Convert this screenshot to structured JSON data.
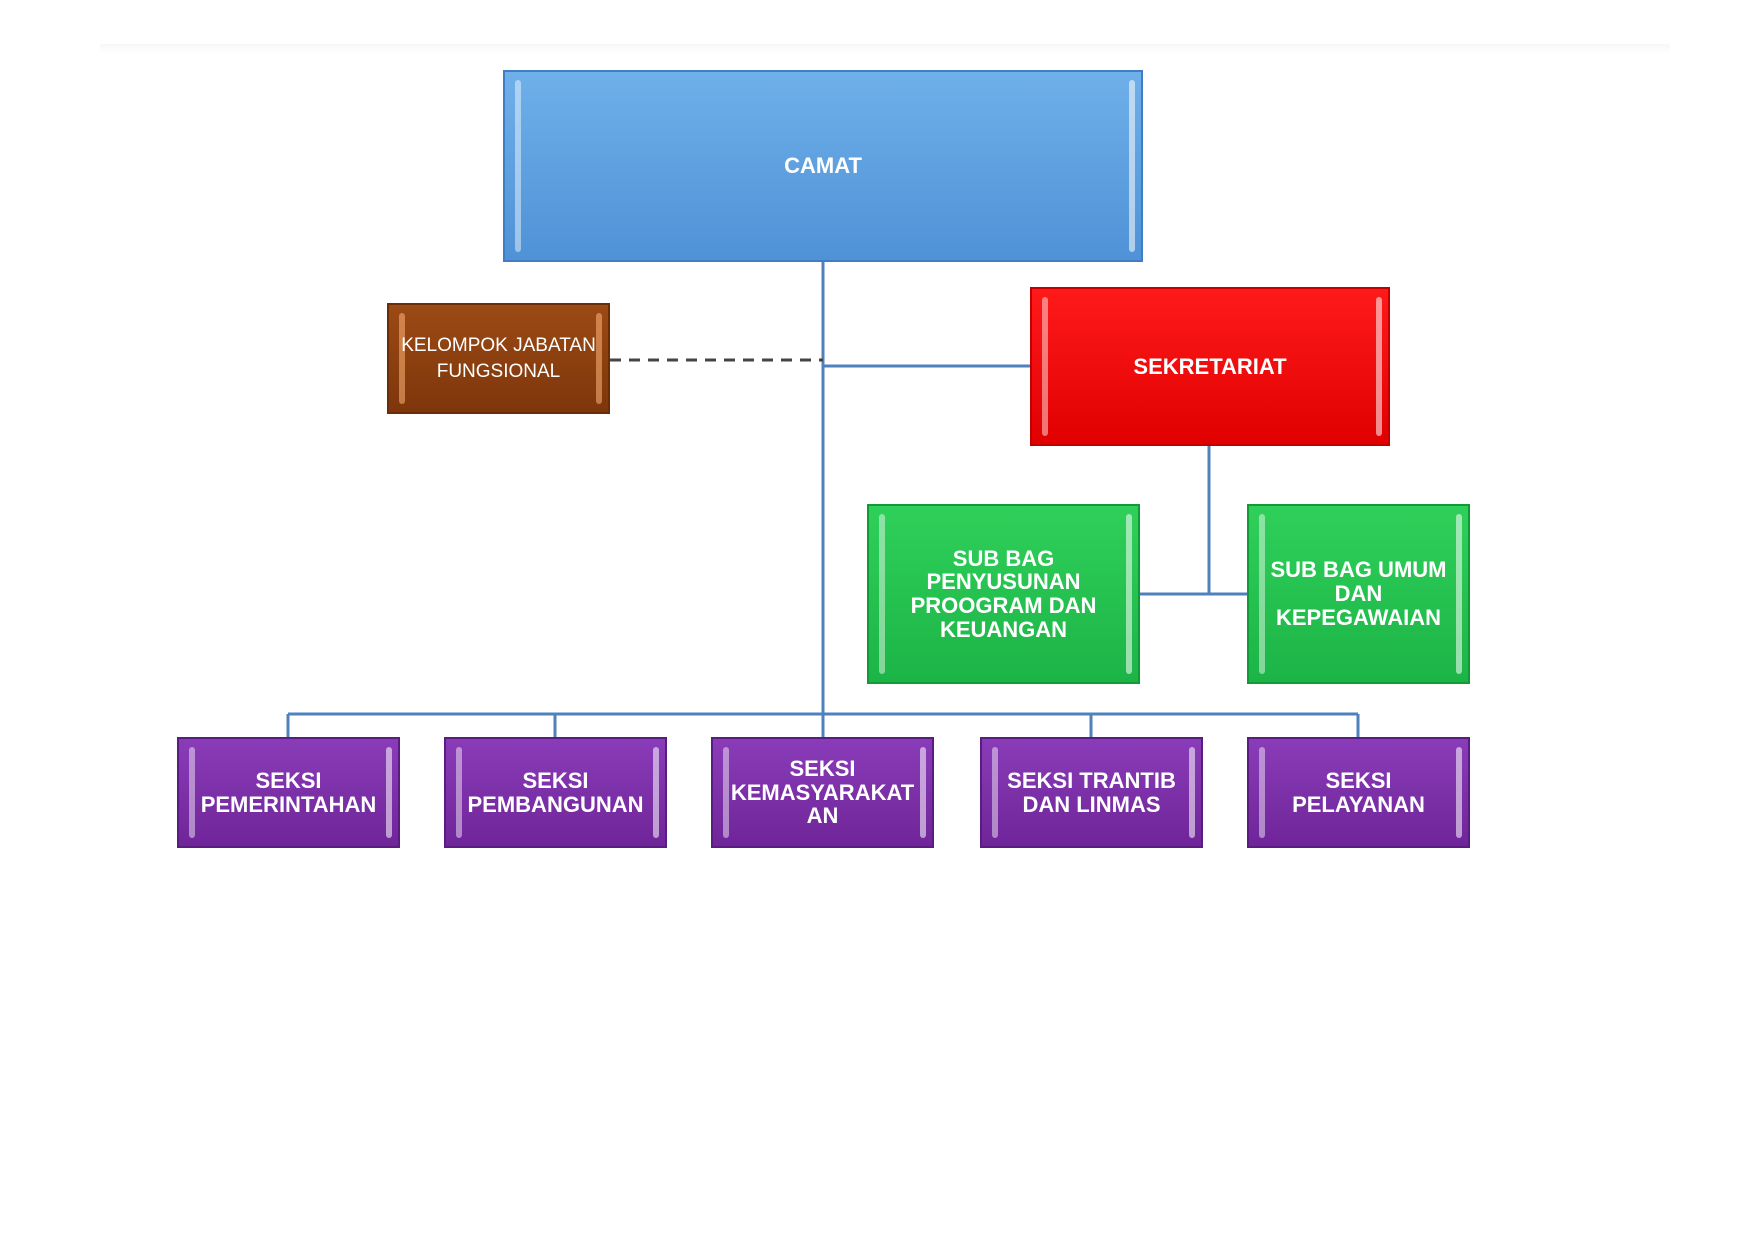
{
  "colors": {
    "connector": "#4f81bd",
    "camat": "#5a9fe0",
    "sekretariat": "#ff0000",
    "kelompok": "#8b3f10",
    "subbag": "#22c24f",
    "seksi": "#7b2fa8"
  },
  "nodes": {
    "camat": "CAMAT",
    "sekretariat": "SEKRETARIAT",
    "kelompok": "KELOMPOK JABATAN\nFUNGSIONAL",
    "subbag_program": "SUB BAG\nPENYUSUNAN\nPROOGRAM DAN\nKEUANGAN",
    "subbag_umum": "SUB BAG UMUM\nDAN\nKEPEGAWAIAN",
    "seksi": [
      "SEKSI\nPEMERINTAHAN",
      "SEKSI\nPEMBANGUNAN",
      "SEKSI\nKEMASYARAKAT\nAN",
      "SEKSI TRANTIB\nDAN LINMAS",
      "SEKSI\nPELAYANAN"
    ]
  }
}
